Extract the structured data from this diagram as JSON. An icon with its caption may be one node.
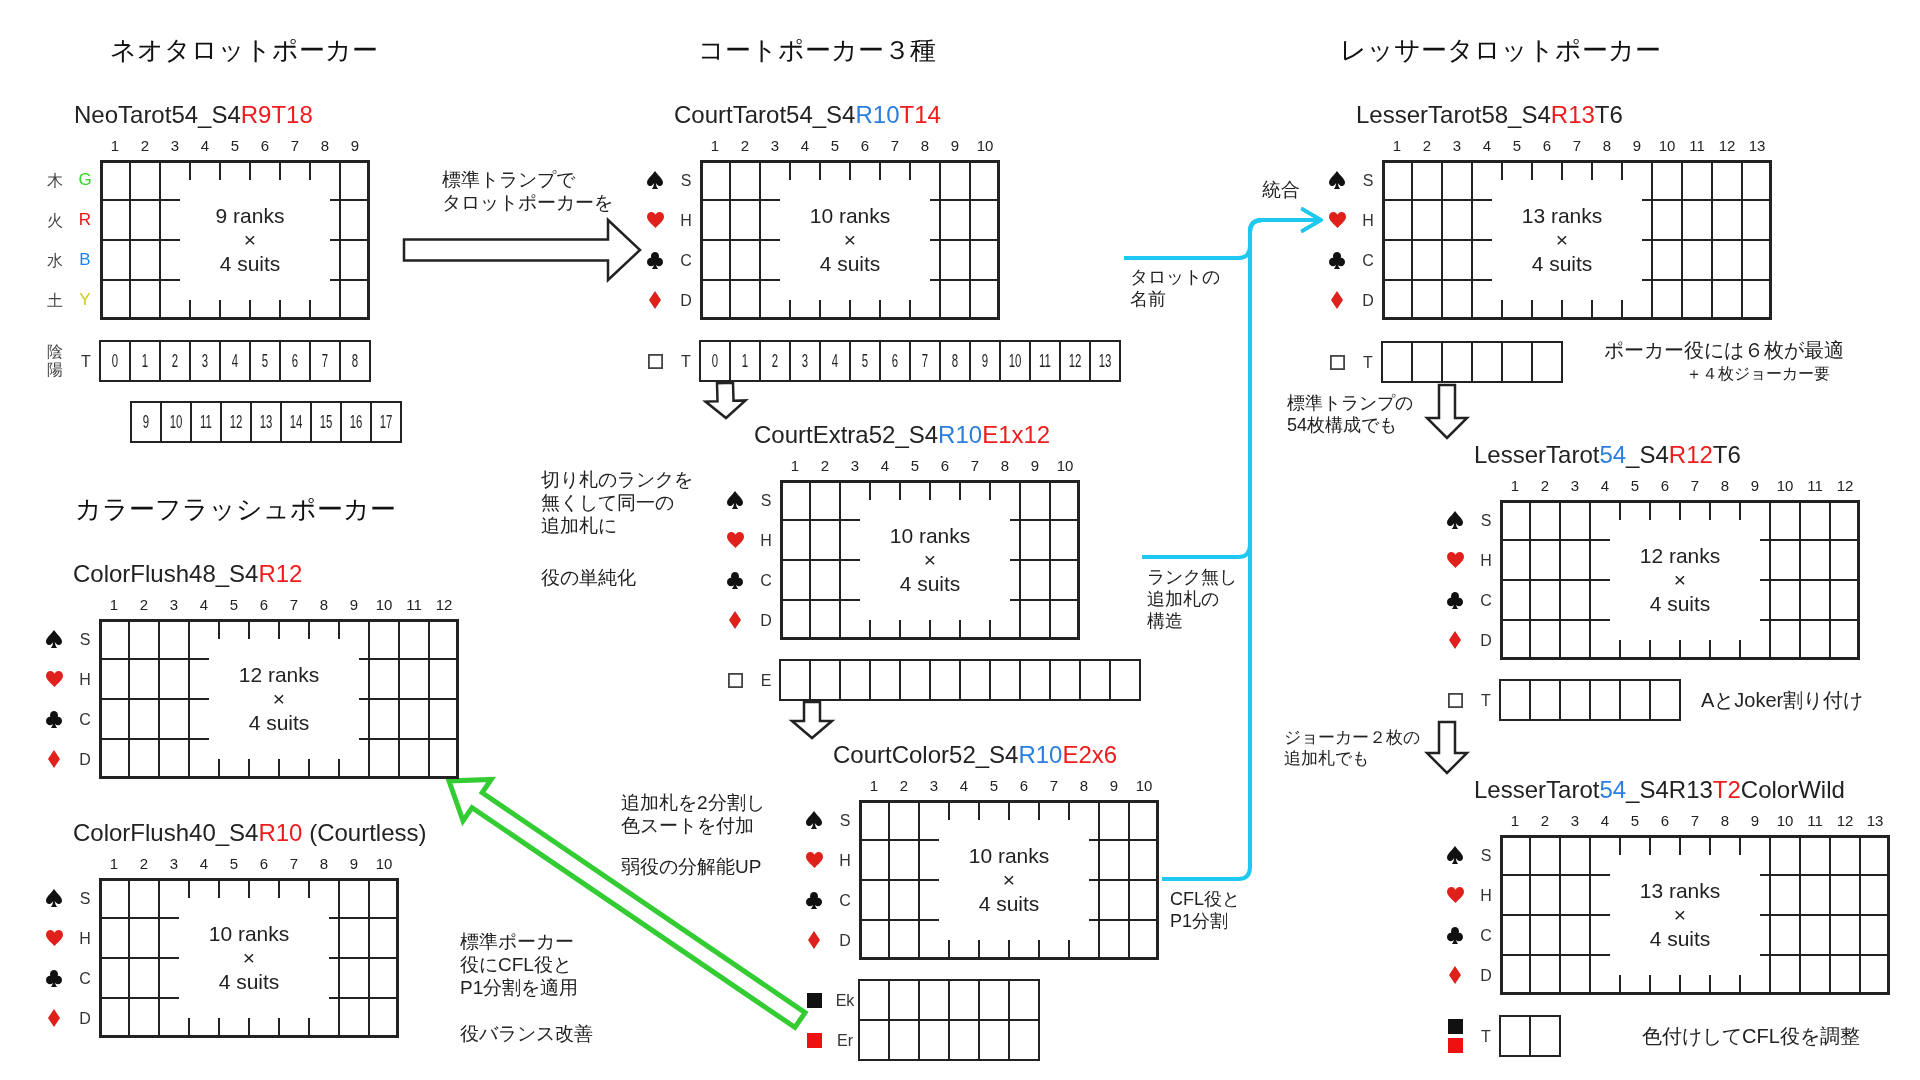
{
  "diagram": {
    "nodes": [
      {
        "text": [
          "NeoTarot54_S4R9T18",
          "9 ranks × 4 suits"
        ]
      },
      {
        "text": [
          "ColorFlush48_S4R12",
          "12 ranks × 4 suits"
        ]
      },
      {
        "text": [
          "ColorFlush40_S4R10 (Courtless)",
          "10 ranks × 4 suits"
        ]
      },
      {
        "text": [
          "CourtTarot54_S4R10T14",
          "10 ranks × 4 suits"
        ]
      },
      {
        "text": [
          "CourtExtra52_S4R10E1x12",
          "10 ranks × 4 suits"
        ]
      },
      {
        "text": [
          "CourtColor52_S4R10E2x6",
          "10 ranks × 4 suits"
        ]
      },
      {
        "text": [
          "LesserTarot58_S4R13T6",
          "13 ranks × 4 suits"
        ],
        "beside": [
          "ポーカー役には６枚が最適",
          "＋４枚ジョーカー要"
        ]
      },
      {
        "text": [
          "LesserTarot54_S4R12T6",
          "12 ranks × 4 suits"
        ],
        "beside": [
          "AとJoker割り付け"
        ]
      },
      {
        "text": [
          "LesserTarot54_S4R13T2ColorWild",
          "13 ranks × 4 suits"
        ],
        "beside": [
          "色付けしてCFL役を調整"
        ]
      }
    ],
    "edges": [
      {
        "from": 0,
        "to": 3,
        "arrow": "to",
        "label": "標準トランプでタロットポーカーを",
        "style": "thick"
      },
      {
        "from": 3,
        "to": 4,
        "arrow": "to",
        "label": "切り札のランクを無くして同一の追加札に",
        "style": "thick"
      },
      {
        "from": 4,
        "to": 5,
        "arrow": "to",
        "label": "追加札を2分割し色スートを付加",
        "style": "thick"
      },
      {
        "from": 5,
        "to": 1,
        "arrow": "to",
        "label": "標準ポーカー役にCFL役とP1分割を適用",
        "style": "thick",
        "color": "#33cc33"
      },
      {
        "from": 3,
        "to": 6,
        "arrow": "to",
        "label": "タロットの名前",
        "color": "#1ec8f0"
      },
      {
        "from": 4,
        "to": 6,
        "arrow": "to",
        "label": "ランク無し追加札の構造",
        "color": "#1ec8f0"
      },
      {
        "from": 5,
        "to": 6,
        "arrow": "to",
        "label": "CFL役とP1分割",
        "color": "#1ec8f0"
      },
      {
        "from": 6,
        "to": 7,
        "arrow": "to",
        "label": "標準トランプの54枚構成でも",
        "style": "thick"
      },
      {
        "from": 7,
        "to": 8,
        "arrow": "to",
        "label": "ジョーカー２枚の追加札でも",
        "style": "thick"
      }
    ],
    "labels": [
      "ネオタロットポーカー",
      "1",
      "2",
      "3",
      "4",
      "5",
      "6",
      "7",
      "8",
      "9",
      "木",
      "G",
      "火",
      "R",
      "水",
      "B",
      "土",
      "Y",
      "陰陽",
      "T",
      "0",
      "1",
      "2",
      "3",
      "4",
      "5",
      "6",
      "7",
      "8",
      "9",
      "10",
      "11",
      "12",
      "13",
      "14",
      "15",
      "16",
      "17",
      "カラーフラッシュポーカー",
      "1",
      "2",
      "3",
      "4",
      "5",
      "6",
      "7",
      "8",
      "9",
      "10",
      "11",
      "12",
      "S",
      "H",
      "C",
      "D",
      "1",
      "2",
      "3",
      "4",
      "5",
      "6",
      "7",
      "8",
      "9",
      "10",
      "S",
      "H",
      "C",
      "D",
      "コートポーカー３種",
      "1",
      "2",
      "3",
      "4",
      "5",
      "6",
      "7",
      "8",
      "9",
      "10",
      "S",
      "H",
      "C",
      "D",
      "T",
      "0",
      "1",
      "2",
      "3",
      "4",
      "5",
      "6",
      "7",
      "8",
      "9",
      "10",
      "11",
      "12",
      "13",
      "役の単純化",
      "1",
      "2",
      "3",
      "4",
      "5",
      "6",
      "7",
      "8",
      "9",
      "10",
      "S",
      "H",
      "C",
      "D",
      "E",
      "弱役の分解能UP",
      "1",
      "2",
      "3",
      "4",
      "5",
      "6",
      "7",
      "8",
      "9",
      "10",
      "S",
      "H",
      "C",
      "D",
      "Ek",
      "Er",
      "役バランス改善",
      "レッサータロットポーカー",
      "統合",
      "1",
      "2",
      "3",
      "4",
      "5",
      "6",
      "7",
      "8",
      "9",
      "10",
      "11",
      "12",
      "13",
      "S",
      "H",
      "C",
      "D",
      "T",
      "1",
      "2",
      "3",
      "4",
      "5",
      "6",
      "7",
      "8",
      "9",
      "10",
      "11",
      "12",
      "S",
      "H",
      "C",
      "D",
      "T",
      "1",
      "2",
      "3",
      "4",
      "5",
      "6",
      "7",
      "8",
      "9",
      "10",
      "11",
      "12",
      "13",
      "S",
      "H",
      "C",
      "D",
      "T"
    ]
  }
}
